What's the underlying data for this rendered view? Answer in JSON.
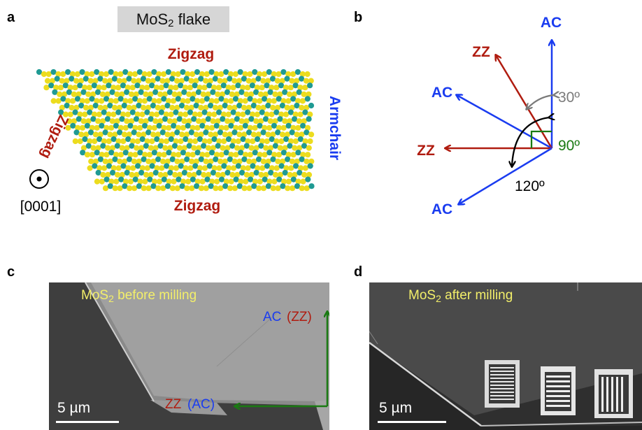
{
  "panels": {
    "a": "a",
    "b": "b",
    "c": "c",
    "d": "d"
  },
  "panel_a": {
    "title_main": "MoS",
    "title_sub": "2",
    "title_rest": " flake",
    "edge_top": "Zigzag",
    "edge_bottom": "Zigzag",
    "edge_left": "Zigzag",
    "edge_right": "Armchair",
    "axis_label": "[0001]"
  },
  "panel_b": {
    "ac_top": "AC",
    "zz_upper": "ZZ",
    "ac_left_upper": "AC",
    "zz_left": "ZZ",
    "ac_bottom": "AC",
    "angle_30": "30º",
    "angle_90": "90º",
    "angle_120": "120º"
  },
  "panel_c": {
    "label_pre": "MoS",
    "label_sub": "2",
    "label_post": " before milling",
    "arrow_up_ac": "AC",
    "arrow_up_zz": "(ZZ)",
    "arrow_right_zz": "ZZ",
    "arrow_right_ac": "(AC)",
    "scale": "5 µm"
  },
  "panel_d": {
    "label_pre": "MoS",
    "label_sub": "2",
    "label_post": " after milling",
    "scale": "5 µm"
  },
  "colors": {
    "red": "#b01c10",
    "blue": "#1a3cf0",
    "green": "#1a7a12",
    "gray": "#7a7a7a",
    "yellow": "#f3ef6a",
    "mo_atom": "#1f9a93",
    "s_atom": "#ecdc1e"
  }
}
